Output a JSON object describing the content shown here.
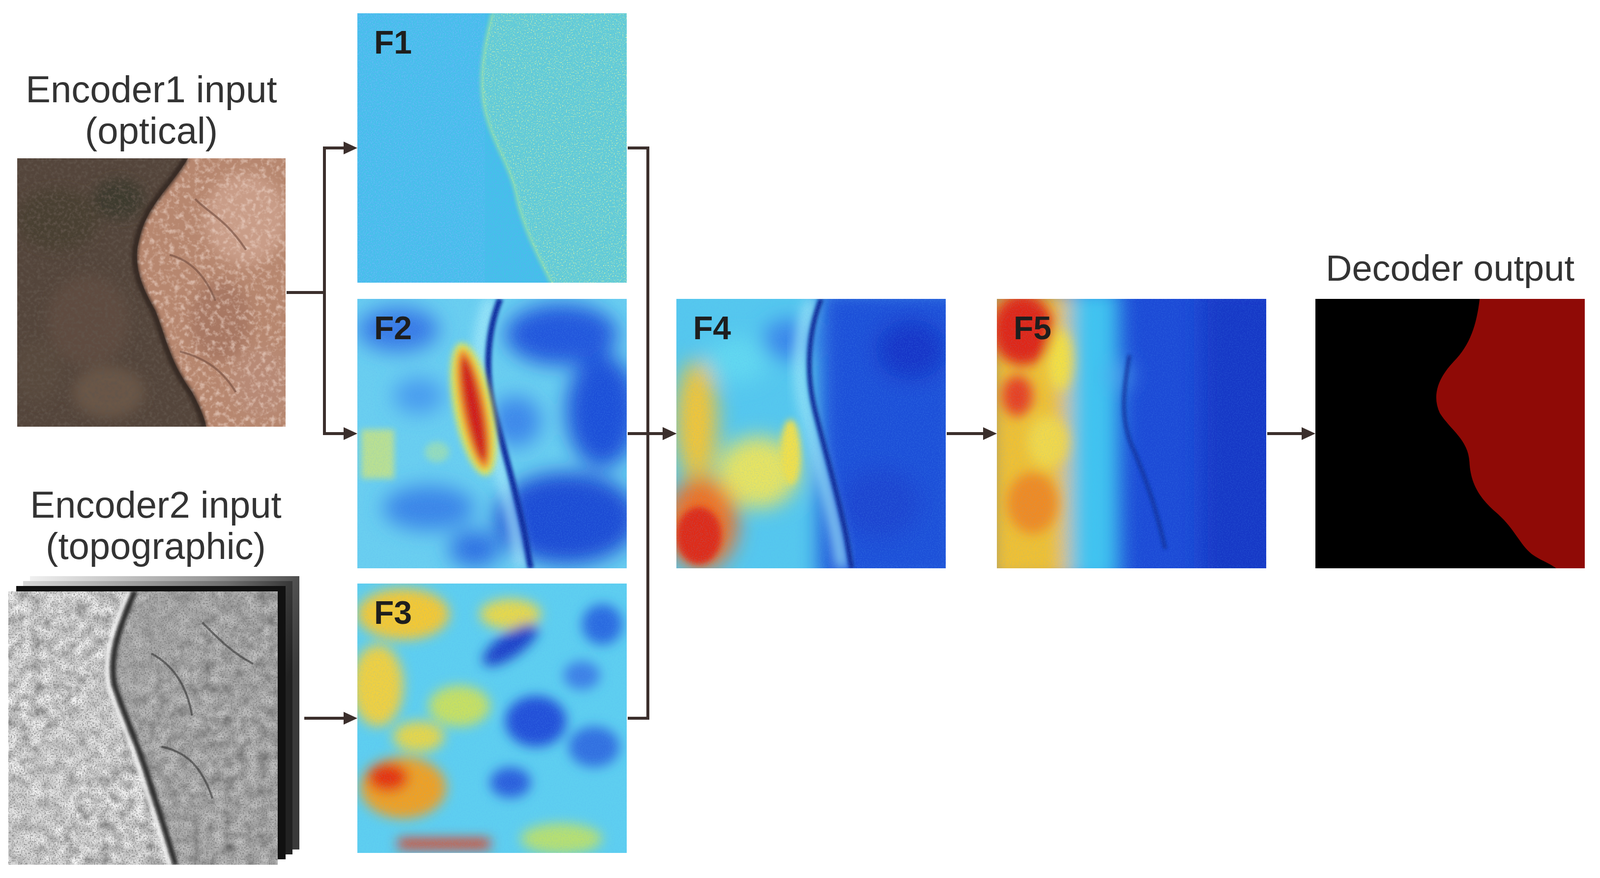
{
  "diagram": {
    "nodes": [
      {
        "text": [
          "Encoder1 input (optical)"
        ]
      },
      {
        "text": [
          "Encoder2 input (topographic)"
        ]
      },
      {
        "text": [
          "F1"
        ]
      },
      {
        "text": [
          "F2"
        ]
      },
      {
        "text": [
          "F3"
        ]
      },
      {
        "text": [
          "F4"
        ]
      },
      {
        "text": [
          "F5"
        ]
      },
      {
        "text": [
          "Decoder output"
        ]
      }
    ],
    "edges": [
      {
        "from": 0,
        "to": 2,
        "arrow": "to"
      },
      {
        "from": 0,
        "to": 3,
        "arrow": "to"
      },
      {
        "from": 1,
        "to": 4,
        "arrow": "to"
      },
      {
        "from": 2,
        "to": 5,
        "arrow": "to"
      },
      {
        "from": 3,
        "to": 5,
        "arrow": "to"
      },
      {
        "from": 4,
        "to": 5,
        "arrow": "to"
      },
      {
        "from": 5,
        "to": 6,
        "arrow": "to"
      },
      {
        "from": 6,
        "to": 7,
        "arrow": "to"
      }
    ]
  }
}
